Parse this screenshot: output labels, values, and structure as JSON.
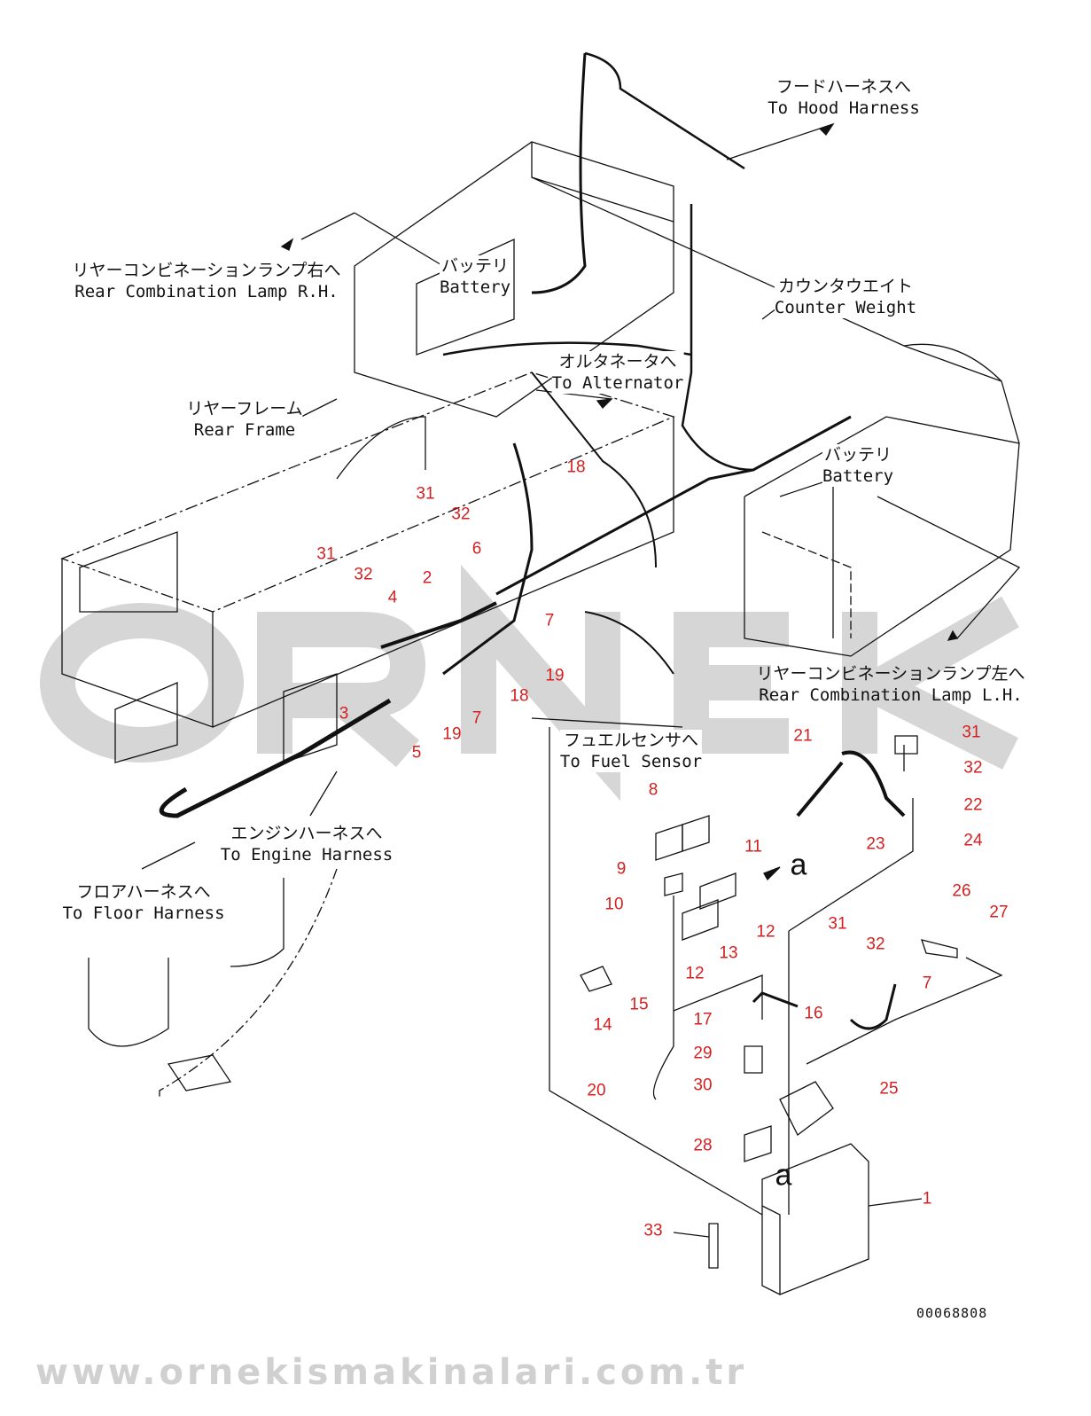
{
  "drawing_id": "00068808",
  "watermark": {
    "brand": "ORNEK",
    "url": "www.ornekismakinalari.com.tr"
  },
  "labels": [
    {
      "jp": "フードハーネスへ",
      "en": "To Hood Harness"
    },
    {
      "jp": "リヤーコンビネーションランプ右へ",
      "en": "Rear Combination Lamp R.H."
    },
    {
      "jp": "バッテリ",
      "en": "Battery"
    },
    {
      "jp": "カウンタウエイト",
      "en": "Counter Weight"
    },
    {
      "jp": "オルタネータへ",
      "en": "To Alternator"
    },
    {
      "jp": "リヤーフレーム",
      "en": "Rear Frame"
    },
    {
      "jp": "バッテリ",
      "en": "Battery"
    },
    {
      "jp": "リヤーコンビネーションランプ左へ",
      "en": "Rear Combination Lamp L.H."
    },
    {
      "jp": "フュエルセンサへ",
      "en": "To Fuel Sensor"
    },
    {
      "jp": "エンジンハーネスへ",
      "en": "To Engine Harness"
    },
    {
      "jp": "フロアハーネスへ",
      "en": "To Floor Harness"
    }
  ],
  "view_marks": [
    "a",
    "a"
  ],
  "part_callouts": [
    "18",
    "31",
    "32",
    "31",
    "32",
    "6",
    "2",
    "4",
    "7",
    "19",
    "3",
    "18",
    "7",
    "19",
    "5",
    "21",
    "31",
    "32",
    "22",
    "23",
    "24",
    "8",
    "11",
    "9",
    "10",
    "12",
    "13",
    "12",
    "31",
    "32",
    "26",
    "27",
    "7",
    "15",
    "14",
    "17",
    "16",
    "29",
    "30",
    "25",
    "20",
    "28",
    "1",
    "33"
  ],
  "colors": {
    "callout": "#d42020",
    "line": "#111111",
    "watermark": "#d6d6d6"
  }
}
